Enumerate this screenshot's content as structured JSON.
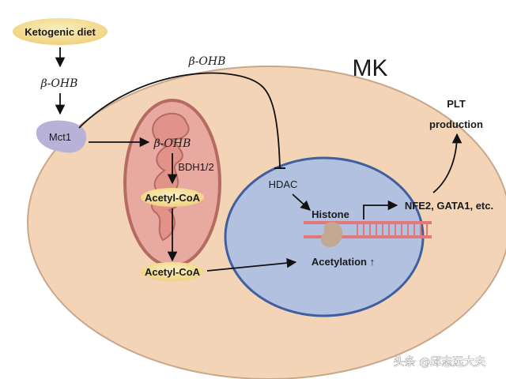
{
  "labels": {
    "diet": "Ketogenic diet",
    "bohb_top": "β-OHB",
    "bohb_arc": "β-OHB",
    "bohb_mito": "β-OHB",
    "mk": "MK",
    "mct1": "Mct1",
    "bdh": "BDH1/2",
    "acetyl_coa_inner": "Acetyl-CoA",
    "acetyl_coa_outer": "Acetyl-CoA",
    "hdac": "HDAC",
    "histone": "Histone",
    "genes": "NFE2, GATA1, etc.",
    "acetylation": "Acetylation ↑",
    "plt_line1": "PLT",
    "plt_line2": "production"
  },
  "watermark": "头条 @邱志远大夫",
  "colors": {
    "cell_fill": "#f3d4b6",
    "cell_stroke": "#c9a88a",
    "mito_fill": "#e8a9a0",
    "mito_stroke": "#b56b62",
    "nucleus_fill": "#b3c1e0",
    "nucleus_stroke": "#3f5f9f",
    "pill_fill": "#f4dd96",
    "mct1_fill": "#b9b2d8",
    "dna_color": "#e3787a",
    "histone_fill": "#c2a892"
  }
}
